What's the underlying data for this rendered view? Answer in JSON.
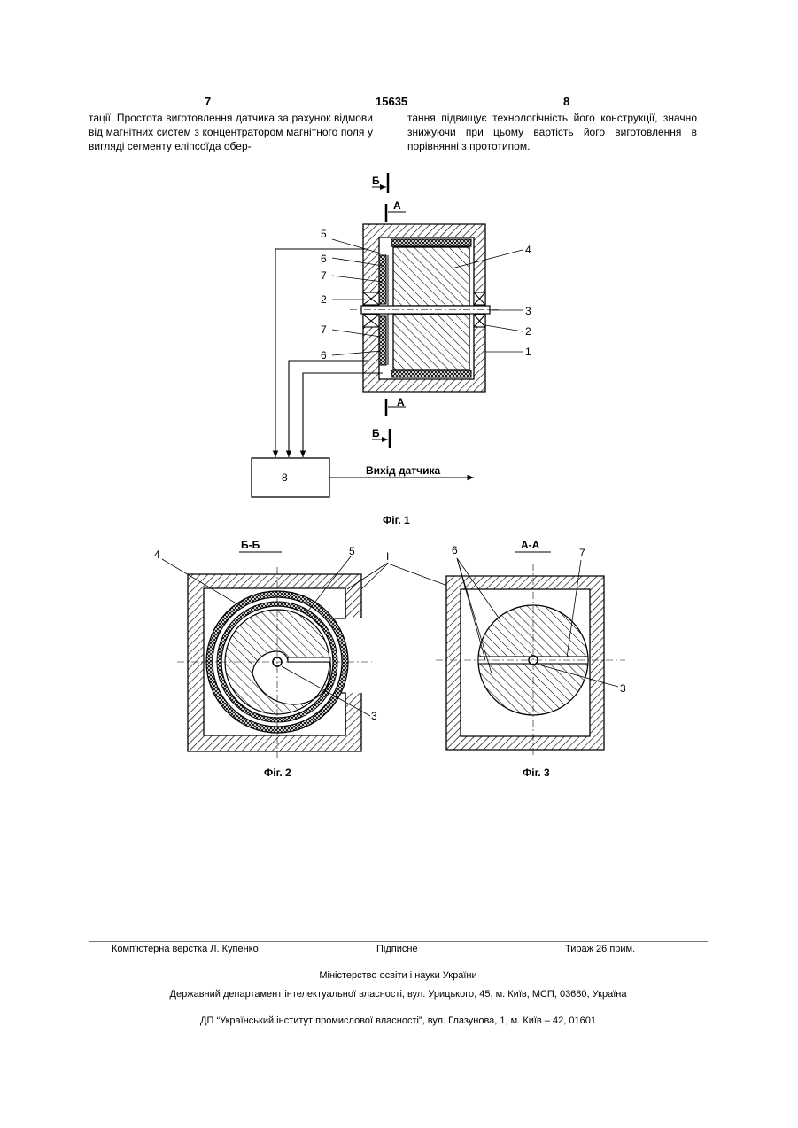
{
  "header": {
    "page_left": "7",
    "patent_number": "15635",
    "page_right": "8"
  },
  "text": {
    "left_column": "тації. Простота виготовлення датчика за рахунок відмови від магнітних систем з концентратором магнітного поля у вигляді сегменту еліпсоїда обер-",
    "right_column": "тання підвищує технологічність його конструкції, значно знижуючи при цьому вартість його виготовлення в порівнянні з прототипом."
  },
  "figures": {
    "fig1": {
      "caption": "Фіг. 1",
      "output_label": "Вихід датчика",
      "block_label": "8",
      "section_b": "Б",
      "section_a": "А",
      "labels": {
        "l5": "5",
        "l6a": "6",
        "l7a": "7",
        "l2a": "2",
        "l7b": "7",
        "l6b": "6",
        "l4": "4",
        "l3": "3",
        "l2b": "2",
        "l1": "1"
      }
    },
    "fig2": {
      "caption": "Фіг. 2",
      "title": "Б-Б",
      "labels": {
        "l4": "4",
        "l5": "5",
        "l1": "І",
        "l3": "3"
      }
    },
    "fig3": {
      "caption": "Фіг. 3",
      "title": "А-А",
      "labels": {
        "l6": "6",
        "l7": "7",
        "l3": "3"
      }
    }
  },
  "footer": {
    "typesetting": "Комп'ютерна верстка Л. Купенко",
    "signed": "Підписне",
    "circulation": "Тираж 26 прим.",
    "ministry": "Міністерство освіти і науки України",
    "department": "Державний департамент інтелектуальної власності, вул. Урицького, 45, м. Київ, МСП, 03680, Україна",
    "institute": "ДП “Український інститут промислової власності”, вул. Глазунова, 1, м. Київ – 42, 01601"
  }
}
